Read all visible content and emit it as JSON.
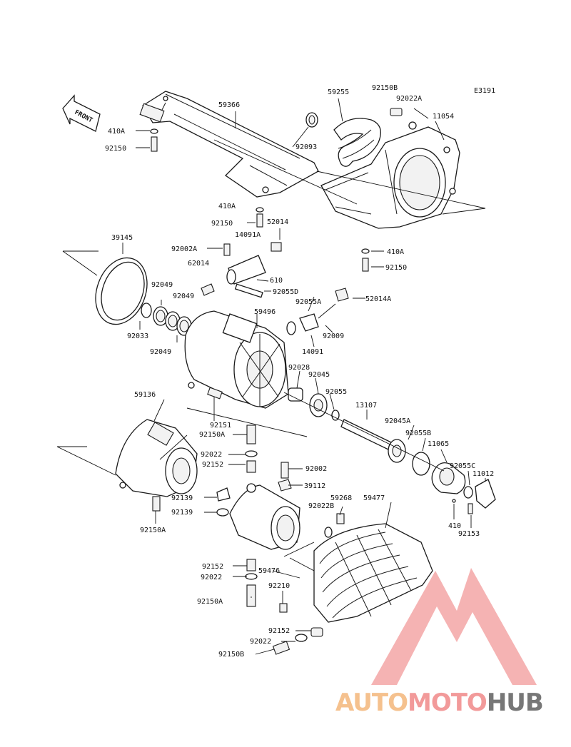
{
  "diagram_code": "E3191",
  "front_label": "FRONT",
  "watermark": {
    "part1": "AUTO",
    "part2": "MOTO",
    "part3": "HUB",
    "color1": "#f5c18e",
    "color2": "#f29a9a",
    "color3": "#777777"
  },
  "callouts": [
    "59366",
    "410A",
    "92150",
    "59255",
    "92150B",
    "92022A",
    "11054",
    "92093",
    "410A",
    "92150",
    "14091A",
    "52014",
    "92002A",
    "62014",
    "410A",
    "92150",
    "39145",
    "92049",
    "92049",
    "610",
    "92055D",
    "52014A",
    "59496",
    "92055A",
    "92033",
    "92049",
    "92009",
    "14091",
    "92028",
    "92045",
    "92055",
    "59136",
    "92151",
    "13107",
    "92045A",
    "92150A",
    "92055B",
    "11065",
    "92022",
    "92152",
    "92002",
    "92055C",
    "11012",
    "39112",
    "92139",
    "59268",
    "59477",
    "92150A",
    "92139",
    "92022B",
    "410",
    "92153",
    "92152",
    "59476",
    "92022",
    "92210",
    "92150A",
    "92152",
    "92022",
    "92150B"
  ]
}
